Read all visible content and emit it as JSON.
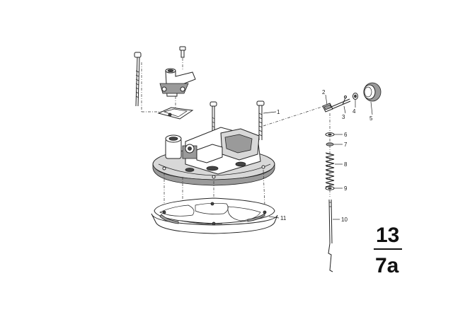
{
  "callouts": {
    "c1": "1",
    "c2": "2",
    "c3": "3",
    "c4": "4",
    "c5": "5",
    "c6": "6",
    "c7": "7",
    "c8": "8",
    "c9": "9",
    "c10": "10",
    "c11": "11"
  },
  "section_code": {
    "group": "13",
    "sub": "7a"
  }
}
